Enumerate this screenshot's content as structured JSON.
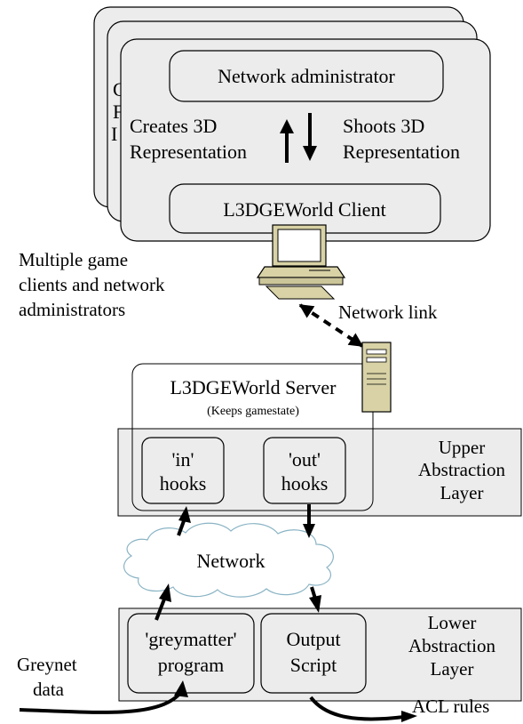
{
  "client": {
    "network_admin": "Network administrator",
    "creates_line1": "Creates 3D",
    "creates_line2": "Representation",
    "shoots_line1": "Shoots 3D",
    "shoots_line2": "Representation",
    "client_box": "L3DGEWorld Client"
  },
  "multiple_caption": {
    "line1": "Multiple game",
    "line2": "clients and network",
    "line3": "administrators"
  },
  "network_link": "Network link",
  "server": {
    "title": "L3DGEWorld Server",
    "subtitle": "(Keeps gamestate)"
  },
  "upper_layer": {
    "in_line1": "'in'",
    "in_line2": "hooks",
    "out_line1": "'out'",
    "out_line2": "hooks",
    "label_line1": "Upper",
    "label_line2": "Abstraction",
    "label_line3": "Layer"
  },
  "network_cloud": "Network",
  "lower_layer": {
    "greymatter_line1": "'greymatter'",
    "greymatter_line2": "program",
    "output_line1": "Output",
    "output_line2": "Script",
    "label_line1": "Lower",
    "label_line2": "Abstraction",
    "label_line3": "Layer"
  },
  "greynet": {
    "line1": "Greynet",
    "line2": "data"
  },
  "acl_rules": "ACL rules"
}
